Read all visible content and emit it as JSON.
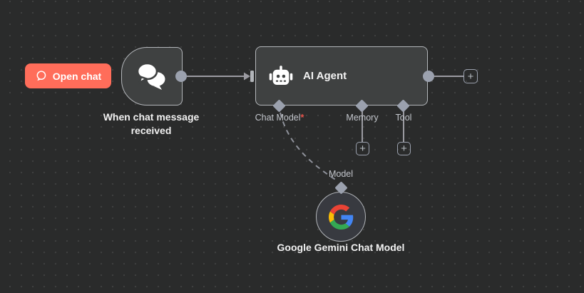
{
  "colors": {
    "canvas_bg": "#2a2b2b",
    "canvas_dot": "#3e3f3f",
    "node_fill": "#3f4141",
    "node_border": "#b3b6ba",
    "accent_red": "#ff6d5a",
    "connector": "#9ba1ae",
    "line": "#9b9ba1",
    "dashed_line": "#8f929b",
    "required_asterisk": "#e9554c",
    "google_blue": "#4285F4",
    "google_red": "#EA4335",
    "google_yellow": "#FBBC05",
    "google_green": "#34A853"
  },
  "toolbar": {
    "open_chat_label": "Open chat"
  },
  "trigger_node": {
    "label": "When chat message received"
  },
  "agent_node": {
    "title": "AI Agent",
    "ports": [
      {
        "label": "Chat Model",
        "required_marker": "*"
      },
      {
        "label": "Memory"
      },
      {
        "label": "Tool"
      }
    ]
  },
  "model_node": {
    "port_label": "Model",
    "label": "Google Gemini Chat Model"
  },
  "plus_symbol": "+"
}
